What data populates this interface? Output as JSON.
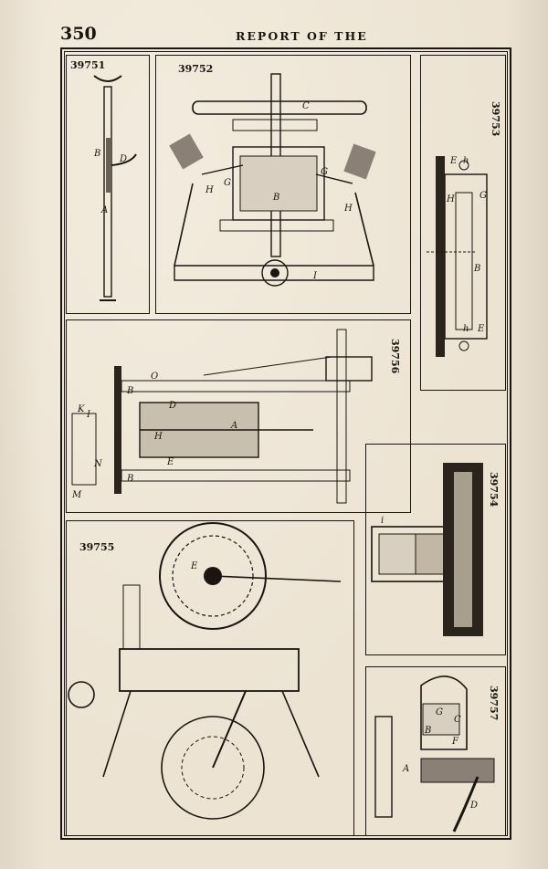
{
  "header": {
    "page_number": "350",
    "running_head": "REPORT OF THE"
  },
  "figures": [
    {
      "id": "39751",
      "letters": [
        "B",
        "D",
        "A"
      ]
    },
    {
      "id": "39752",
      "letters": [
        "C",
        "G",
        "G",
        "H",
        "H",
        "B",
        "I"
      ]
    },
    {
      "id": "39753",
      "letters": [
        "E",
        "h",
        "G",
        "H",
        "B",
        "h",
        "E"
      ]
    },
    {
      "id": "39756",
      "letters": [
        "O",
        "B",
        "D",
        "A",
        "H",
        "E",
        "B",
        "I",
        "K",
        "N",
        "M"
      ]
    },
    {
      "id": "39754",
      "letters": [
        "i"
      ]
    },
    {
      "id": "39755",
      "letters": [
        "E"
      ]
    },
    {
      "id": "39757",
      "letters": [
        "C",
        "G",
        "B",
        "F",
        "A",
        "D"
      ]
    }
  ]
}
